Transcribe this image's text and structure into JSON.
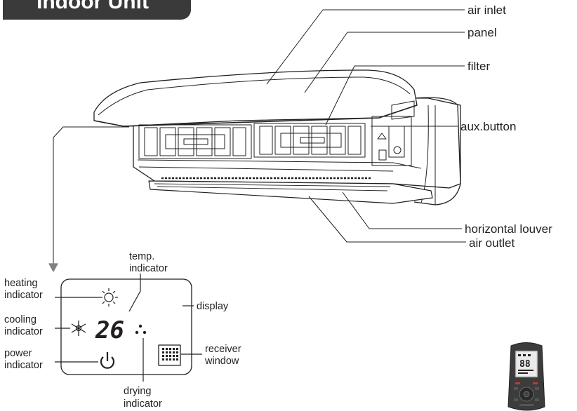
{
  "header": {
    "title": "Indoor Unit"
  },
  "unit_labels": {
    "air_inlet": "air inlet",
    "panel": "panel",
    "filter": "filter",
    "aux_button": "aux.button",
    "horizontal_louver": "horizontal louver",
    "air_outlet": "air outlet"
  },
  "display_labels": {
    "temp_indicator": [
      "temp.",
      "indicator"
    ],
    "heating_indicator": [
      "heating",
      "indicator"
    ],
    "cooling_indicator": [
      "cooling",
      "indicator"
    ],
    "power_indicator": [
      "power",
      "indicator"
    ],
    "drying_indicator": [
      "drying",
      "indicator"
    ],
    "display": "display",
    "receiver_window": [
      "receiver",
      "window"
    ]
  },
  "display_panel": {
    "temperature": "26"
  },
  "remote": {
    "screen_value": "88"
  },
  "colors": {
    "line": "#231f20",
    "tab": "#3a3a3a",
    "arrow": "#808080"
  },
  "icons": [
    "sun-icon",
    "snowflake-icon",
    "power-icon",
    "drops-icon",
    "receiver-grid-icon"
  ]
}
